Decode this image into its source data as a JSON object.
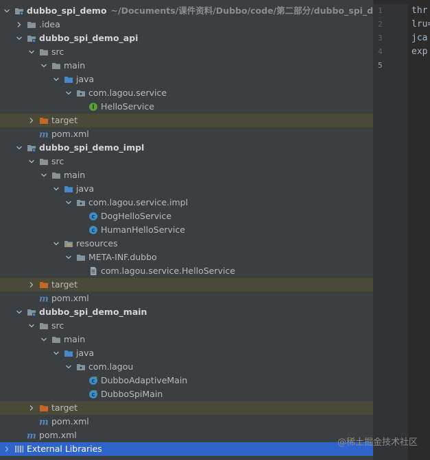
{
  "project": {
    "root_name": "dubbo_spi_demo",
    "root_path": "~/Documents/课件资料/Dubbo/code/第二部分/dubbo_spi_demo"
  },
  "tree": [
    {
      "label": "dubbo_spi_demo",
      "depth": 0,
      "arrow": "down",
      "icon": "module-folder-icon",
      "bold": true,
      "path": "~/Documents/课件资料/Dubbo/code/第二部分/dubbo_spi_demo"
    },
    {
      "label": ".idea",
      "depth": 1,
      "arrow": "right",
      "icon": "folder-icon"
    },
    {
      "label": "dubbo_spi_demo_api",
      "depth": 1,
      "arrow": "down",
      "icon": "module-folder-icon",
      "bold": true
    },
    {
      "label": "src",
      "depth": 2,
      "arrow": "down",
      "icon": "folder-icon"
    },
    {
      "label": "main",
      "depth": 3,
      "arrow": "down",
      "icon": "folder-icon"
    },
    {
      "label": "java",
      "depth": 4,
      "arrow": "down",
      "icon": "source-folder-icon"
    },
    {
      "label": "com.lagou.service",
      "depth": 5,
      "arrow": "down",
      "icon": "package-icon"
    },
    {
      "label": "HelloService",
      "depth": 6,
      "arrow": "none",
      "icon": "interface-icon"
    },
    {
      "label": "target",
      "depth": 2,
      "arrow": "right",
      "icon": "excluded-folder-icon",
      "highlight": true
    },
    {
      "label": "pom.xml",
      "depth": 2,
      "arrow": "none",
      "icon": "maven-icon"
    },
    {
      "label": "dubbo_spi_demo_impl",
      "depth": 1,
      "arrow": "down",
      "icon": "module-folder-icon",
      "bold": true
    },
    {
      "label": "src",
      "depth": 2,
      "arrow": "down",
      "icon": "folder-icon"
    },
    {
      "label": "main",
      "depth": 3,
      "arrow": "down",
      "icon": "folder-icon"
    },
    {
      "label": "java",
      "depth": 4,
      "arrow": "down",
      "icon": "source-folder-icon"
    },
    {
      "label": "com.lagou.service.impl",
      "depth": 5,
      "arrow": "down",
      "icon": "package-icon"
    },
    {
      "label": "DogHelloService",
      "depth": 6,
      "arrow": "none",
      "icon": "class-icon"
    },
    {
      "label": "HumanHelloService",
      "depth": 6,
      "arrow": "none",
      "icon": "class-icon"
    },
    {
      "label": "resources",
      "depth": 4,
      "arrow": "down",
      "icon": "resources-folder-icon"
    },
    {
      "label": "META-INF.dubbo",
      "depth": 5,
      "arrow": "down",
      "icon": "folder-icon"
    },
    {
      "label": "com.lagou.service.HelloService",
      "depth": 6,
      "arrow": "none",
      "icon": "text-file-icon"
    },
    {
      "label": "target",
      "depth": 2,
      "arrow": "right",
      "icon": "excluded-folder-icon",
      "highlight": true
    },
    {
      "label": "pom.xml",
      "depth": 2,
      "arrow": "none",
      "icon": "maven-icon"
    },
    {
      "label": "dubbo_spi_demo_main",
      "depth": 1,
      "arrow": "down",
      "icon": "module-folder-icon",
      "bold": true
    },
    {
      "label": "src",
      "depth": 2,
      "arrow": "down",
      "icon": "folder-icon"
    },
    {
      "label": "main",
      "depth": 3,
      "arrow": "down",
      "icon": "folder-icon"
    },
    {
      "label": "java",
      "depth": 4,
      "arrow": "down",
      "icon": "source-folder-icon"
    },
    {
      "label": "com.lagou",
      "depth": 5,
      "arrow": "down",
      "icon": "package-icon"
    },
    {
      "label": "DubboAdaptiveMain",
      "depth": 6,
      "arrow": "none",
      "icon": "main-class-icon"
    },
    {
      "label": "DubboSpiMain",
      "depth": 6,
      "arrow": "none",
      "icon": "main-class-icon"
    },
    {
      "label": "target",
      "depth": 2,
      "arrow": "right",
      "icon": "excluded-folder-icon",
      "highlight": true
    },
    {
      "label": "pom.xml",
      "depth": 2,
      "arrow": "none",
      "icon": "maven-icon"
    },
    {
      "label": "pom.xml",
      "depth": 1,
      "arrow": "none",
      "icon": "maven-icon"
    },
    {
      "label": "External Libraries",
      "depth": 0,
      "arrow": "right",
      "icon": "libraries-icon",
      "selected": true
    }
  ],
  "editor": {
    "line_numbers": [
      "1",
      "2",
      "3",
      "4",
      "5"
    ],
    "current_line": "5",
    "lines": [
      "thr",
      "lru=",
      "jca",
      "exp",
      ""
    ]
  },
  "watermark": "@稀土掘金技术社区",
  "colors": {
    "tree_bg": "#3c3f41",
    "highlight_row": "#4b4a39",
    "selected_row": "#2f65ca",
    "editor_bg": "#2b2b2b",
    "folder": "#87939a",
    "source_folder": "#4a89c8",
    "excluded_folder": "#c7662b",
    "class_badge": "#3c8ec4",
    "interface_badge": "#5c9e3a",
    "maven": "#5685c1"
  }
}
